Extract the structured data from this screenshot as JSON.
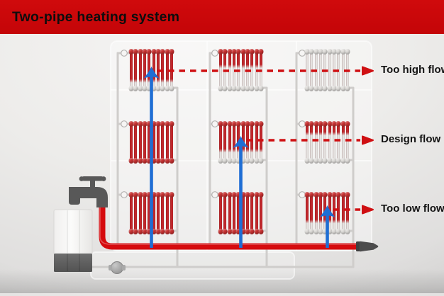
{
  "header": {
    "title": "Two-pipe heating system"
  },
  "colors": {
    "header_red": "#d00a0c",
    "pipe_red": "#d50b0e",
    "hot_red": "#c4292d",
    "hot_cap_red": "#c93232",
    "cold_white": "#e9e7e5",
    "cold_cap_white": "#dfddda",
    "flow_blue": "#1f6ed4",
    "dash_red": "#cf1013",
    "pipe_gray": "#cfcdcb",
    "metal_dark": "#565656",
    "label_text": "#141414"
  },
  "diagram": {
    "radiators": [
      {
        "id": "radiator-col1-row1",
        "column": 1,
        "row": 1,
        "fill_percent": 78
      },
      {
        "id": "radiator-col1-row2",
        "column": 1,
        "row": 2,
        "fill_percent": 100
      },
      {
        "id": "radiator-col1-row3",
        "column": 1,
        "row": 3,
        "fill_percent": 100
      },
      {
        "id": "radiator-col2-row1",
        "column": 2,
        "row": 1,
        "fill_percent": 42
      },
      {
        "id": "radiator-col2-row2",
        "column": 2,
        "row": 2,
        "fill_percent": 72
      },
      {
        "id": "radiator-col2-row3",
        "column": 2,
        "row": 3,
        "fill_percent": 100
      },
      {
        "id": "radiator-col3-row1",
        "column": 3,
        "row": 1,
        "fill_percent": 0
      },
      {
        "id": "radiator-col3-row2",
        "column": 3,
        "row": 2,
        "fill_percent": 30
      },
      {
        "id": "radiator-col3-row3",
        "column": 3,
        "row": 3,
        "fill_percent": 72
      }
    ],
    "annotations": [
      {
        "id": "too-high-flow",
        "label": "Too high flow",
        "column": 1,
        "row": 1
      },
      {
        "id": "design-flow",
        "label": "Design flow",
        "column": 2,
        "row": 2
      },
      {
        "id": "too-low-flow",
        "label": "Too low flow",
        "column": 3,
        "row": 3
      }
    ]
  }
}
